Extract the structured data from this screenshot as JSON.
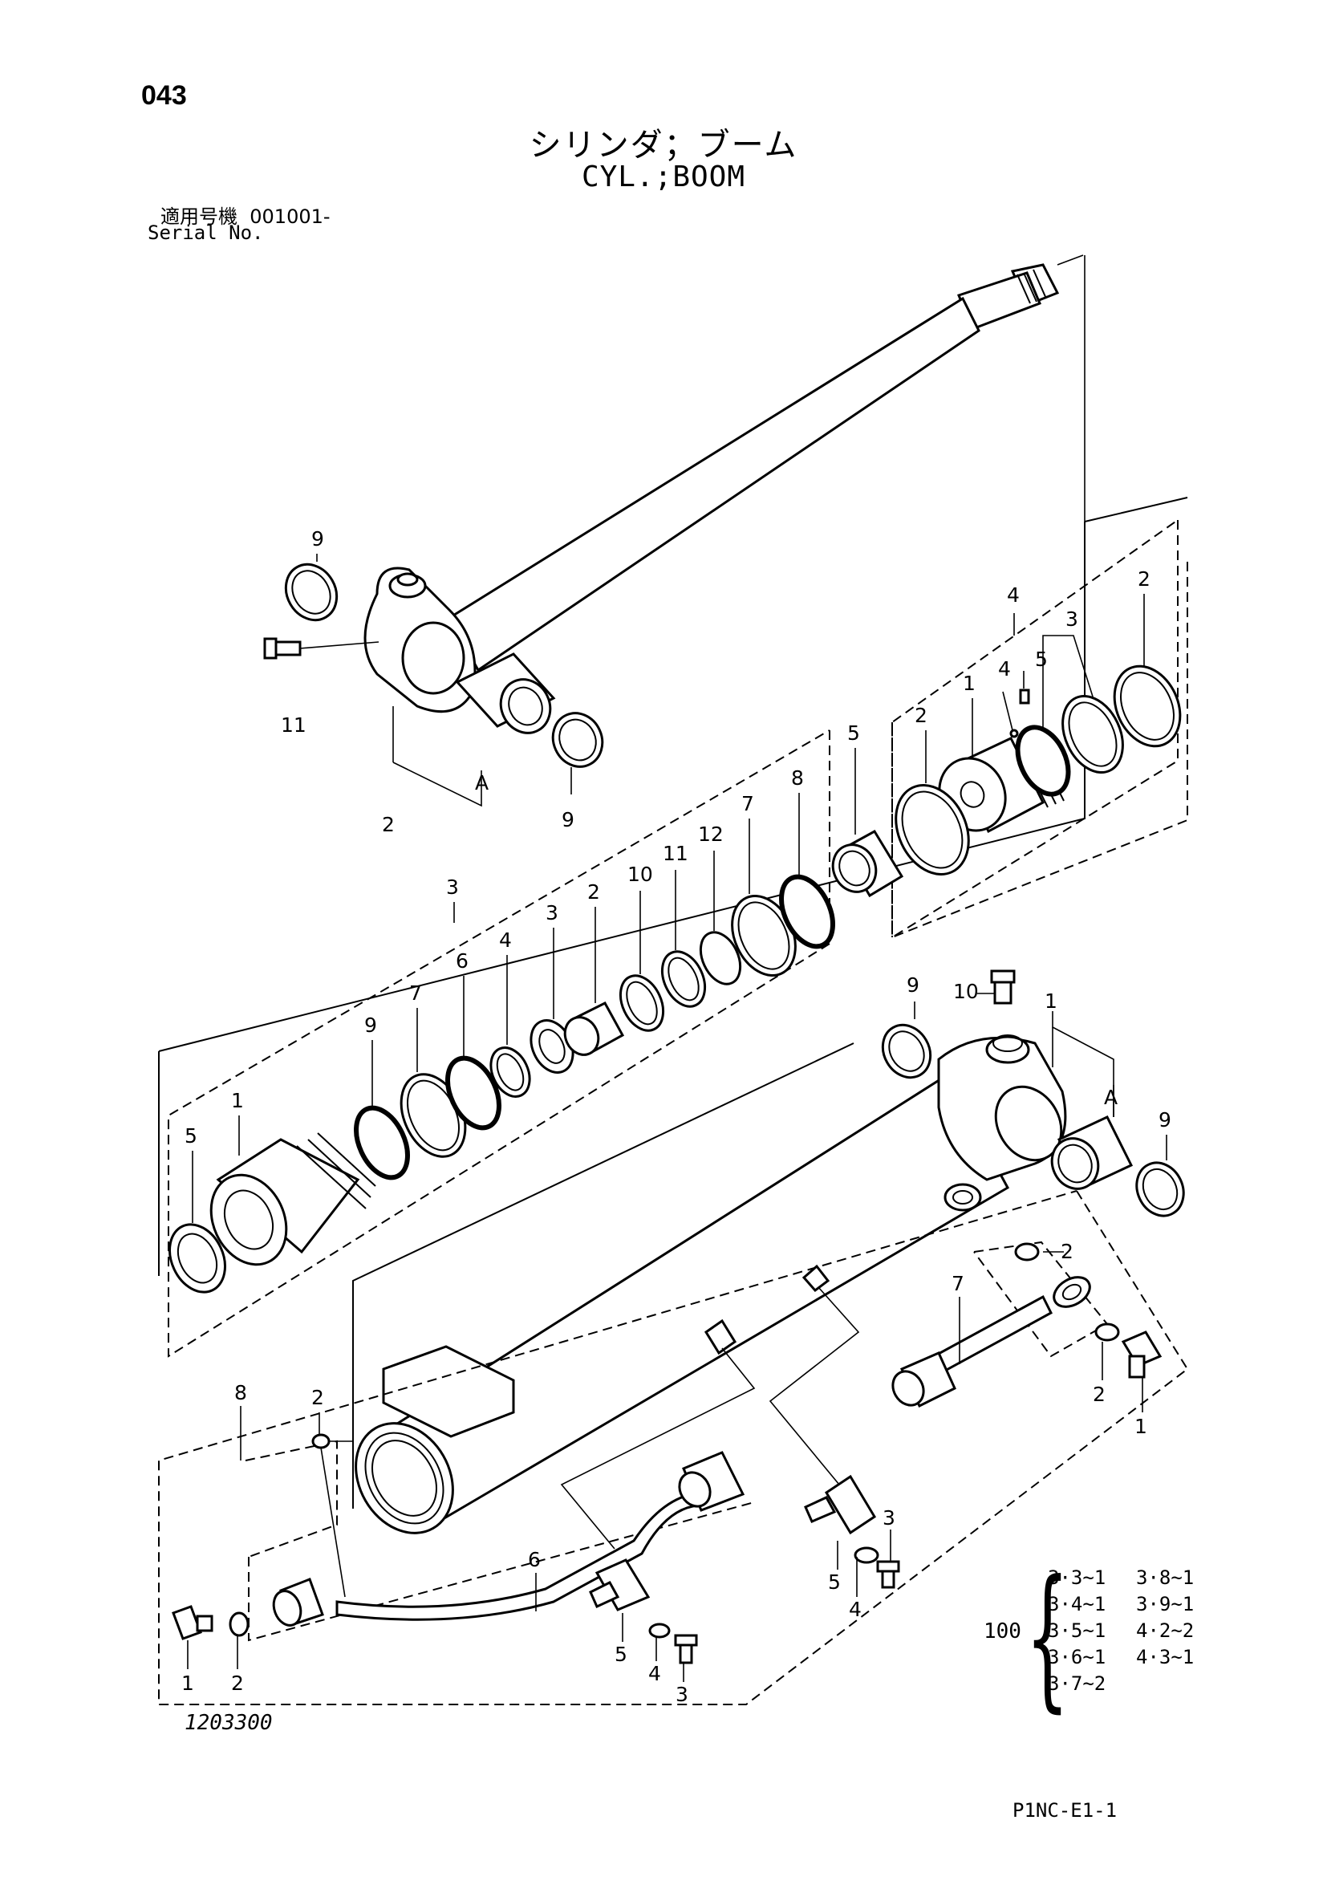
{
  "page": {
    "page_number": "043",
    "title_ja": "シリンダ；ブーム",
    "title_en": "CYL.;BOOM",
    "serial_ja_label": "適用号機",
    "serial_range": "001001-",
    "serial_en_label": "Serial No.",
    "drawing_number": "1203300",
    "footer_code": "P1NC-E1-1"
  },
  "callouts": {
    "rod_9_top": "9",
    "rod_11": "11",
    "rod_2": "2",
    "rod_A": "A",
    "rod_9_bottom": "9",
    "piston_group": "4",
    "piston_5": "5",
    "piston_4": "4",
    "piston_3": "3",
    "piston_2_right": "2",
    "piston_1": "1",
    "piston_2_left": "2",
    "bushing_5": "5",
    "head_group": "3",
    "head_8": "8",
    "head_7": "7",
    "head_12": "12",
    "head_11": "11",
    "head_10": "10",
    "head_2": "2",
    "head_3": "3",
    "head_4": "4",
    "head_6": "6",
    "head_7b": "7",
    "head_9": "9",
    "head_1": "1",
    "head_5": "5",
    "tube_9": "9",
    "tube_10": "10",
    "tube_1": "1",
    "tube_A": "A",
    "tube_9_right": "9",
    "fit_2a": "2",
    "fit_7": "7",
    "fit_2b": "2",
    "fit_1": "1",
    "clamp_3": "3",
    "clamp_5": "5",
    "clamp_4": "4",
    "pipe_8": "8",
    "pipe_2": "2",
    "pipe_6": "6",
    "pipe_1": "1",
    "pipe_2b": "2",
    "pipe_5": "5",
    "pipe_4": "4",
    "pipe_3": "3"
  },
  "kit_table": {
    "qty": "100",
    "entries": [
      "3·3~1",
      "3·8~1",
      "3·4~1",
      "3·9~1",
      "3·5~1",
      "4·2~2",
      "3·6~1",
      "4·3~1",
      "3·7~2"
    ]
  }
}
